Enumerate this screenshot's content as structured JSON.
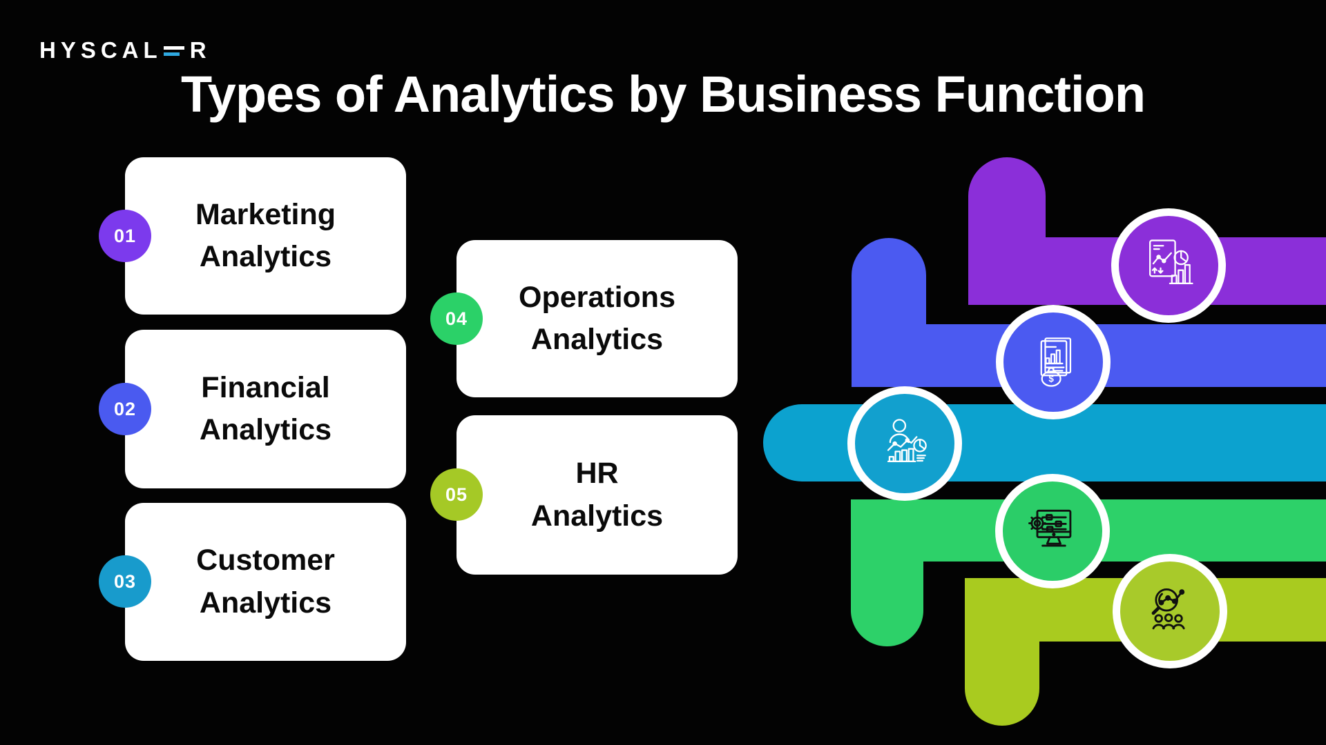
{
  "brand": {
    "name": "HYSCALER",
    "logo_prefix": "HYSCAL",
    "logo_suffix": "R",
    "logo_accent_color": "#2FA9E1"
  },
  "title": "Types of Analytics by Business Function",
  "cards": [
    {
      "number": "01",
      "line1": "Marketing",
      "line2": "Analytics",
      "badge_color": "#7C3AED",
      "icon": "marketing-report-icon"
    },
    {
      "number": "02",
      "line1": "Financial",
      "line2": "Analytics",
      "badge_color": "#4A5AF0",
      "icon": "financial-report-money-icon"
    },
    {
      "number": "03",
      "line1": "Customer",
      "line2": "Analytics",
      "badge_color": "#189BCC",
      "icon": "customer-person-chart-icon"
    },
    {
      "number": "04",
      "line1": "Operations",
      "line2": "Analytics",
      "badge_color": "#2BD168",
      "icon": "operations-monitor-gear-icon"
    },
    {
      "number": "05",
      "line1": "HR",
      "line2": "Analytics",
      "badge_color": "#A5C926",
      "icon": "hr-search-people-icon"
    }
  ],
  "graphic": {
    "bars": [
      {
        "name": "marketing-bar",
        "color": "#8B2FD9"
      },
      {
        "name": "financial-bar",
        "color": "#4B5AF1"
      },
      {
        "name": "customer-bar",
        "color": "#0CA2CF"
      },
      {
        "name": "operations-bar",
        "color": "#2DD169"
      },
      {
        "name": "hr-bar",
        "color": "#A9CB1F"
      }
    ],
    "medallion_ring_color": "#FFFFFF",
    "icon_stroke_light": "#FFFFFF",
    "icon_stroke_dark": "#101010"
  },
  "background_color": "#030303"
}
